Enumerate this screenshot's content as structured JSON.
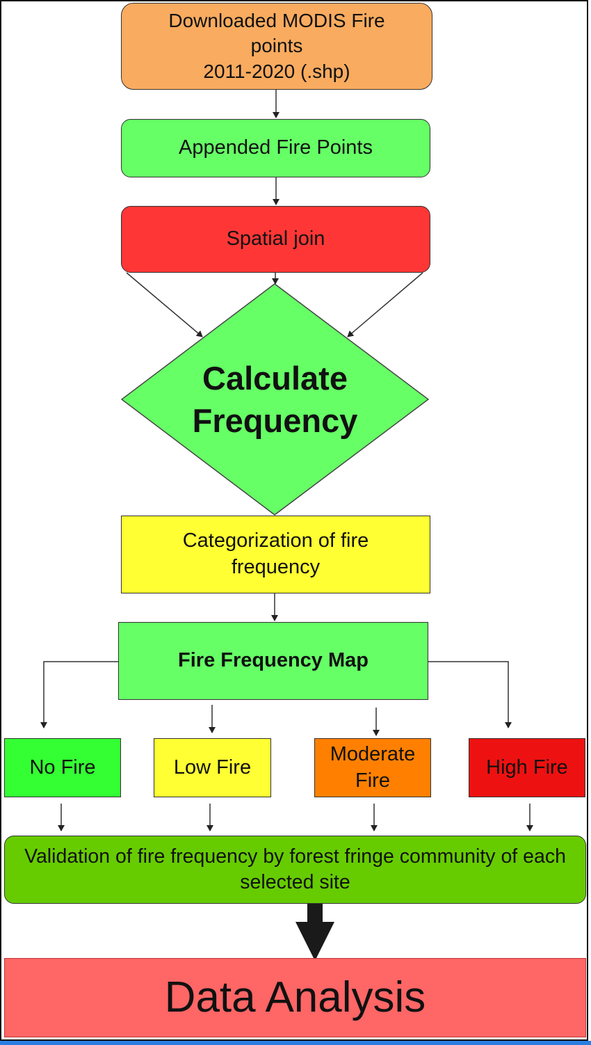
{
  "nodes": {
    "download": "Downloaded MODIS Fire points\n2011-2020 (.shp)",
    "append": "Appended Fire Points",
    "join": "Spatial join",
    "calculate": "Calculate Frequency",
    "categorization": "Categorization of fire frequency",
    "map": "Fire Frequency Map",
    "no_fire": "No Fire",
    "low_fire": "Low Fire",
    "moderate_fire": "Moderate Fire",
    "high_fire": "High Fire",
    "validation": "Validation of fire frequency by forest fringe community of each selected site",
    "analysis": "Data Analysis"
  },
  "colors": {
    "download": "#f9ab5f",
    "append": "#66ff66",
    "join": "#ff3636",
    "calculate": "#66ff66",
    "categorization": "#ffff33",
    "map": "#66ff66",
    "no_fire": "#33ff33",
    "low_fire": "#ffff33",
    "moderate_fire": "#ff8000",
    "high_fire": "#ee1111",
    "validation": "#66cc00",
    "analysis": "#ff6666"
  }
}
